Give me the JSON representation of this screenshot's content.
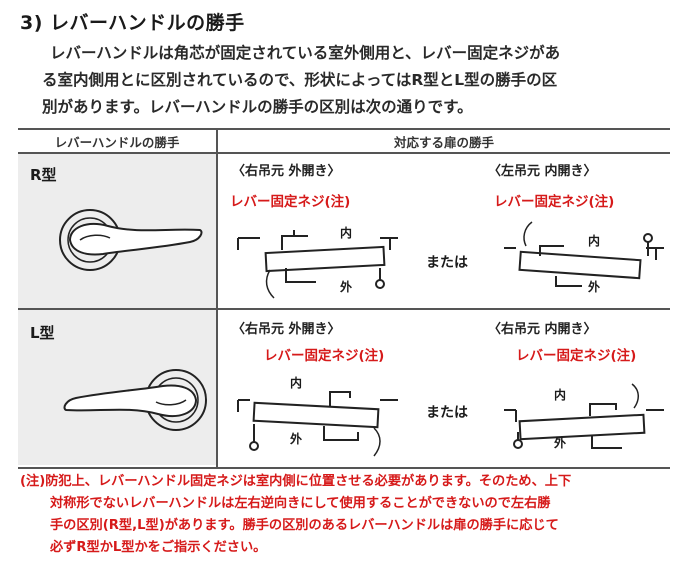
{
  "title": "3) レバーハンドルの勝手",
  "intro": [
    "レバーハンドルは角芯が固定されている室外側用と、レバー固定ネジがあ",
    "る室内側用とに区別されているので、形状によってはR型とL型の勝手の区",
    "別があります。レバーハンドルの勝手の区別は次の通りです。"
  ],
  "table": {
    "header_left": "レバーハンドルの勝手",
    "header_right": "対応する扉の勝手",
    "rows": [
      {
        "type": "R型",
        "left_caption": "〈右吊元 外開き〉",
        "right_caption": "〈左吊元 内開き〉",
        "screw_label": "レバー固定ネジ(注)",
        "or_label": "または",
        "inside": "内",
        "outside": "外"
      },
      {
        "type": "L型",
        "left_caption": "〈右吊元 外開き〉",
        "right_caption": "〈右吊元 内開き〉",
        "screw_label": "レバー固定ネジ(注)",
        "or_label": "または",
        "inside": "内",
        "outside": "外"
      }
    ]
  },
  "note": [
    "(注)防犯上、レバーハンドル固定ネジは室内側に位置させる必要があります。そのため、上下",
    "対称形でないレバーハンドルは左右逆向きにして使用することができないので左右勝",
    "手の区別(R型,L型)があります。勝手の区別のあるレバーハンドルは扉の勝手に応じて",
    "必ずR型かL型かをご指示ください。"
  ],
  "colors": {
    "note_red": "#d61a1a",
    "label_bg": "#ededed",
    "rule": "#555555"
  }
}
